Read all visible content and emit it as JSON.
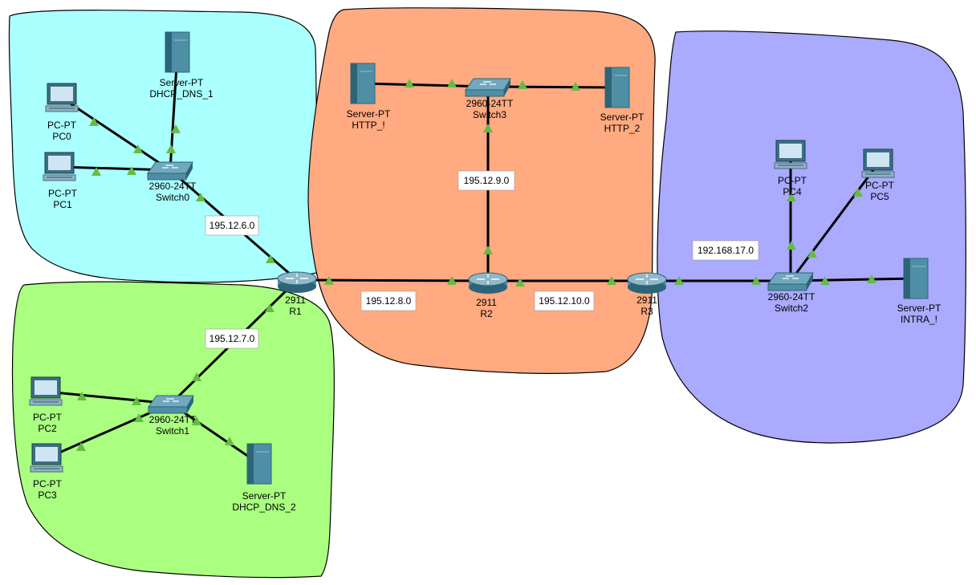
{
  "zones": [
    {
      "id": "zone-cyan",
      "color": "#aaffff"
    },
    {
      "id": "zone-orange",
      "color": "#ffaa80"
    },
    {
      "id": "zone-blue",
      "color": "#aaaaff"
    },
    {
      "id": "zone-green",
      "color": "#aaff80"
    }
  ],
  "devices": {
    "pc0": {
      "type": "pc",
      "model": "PC-PT",
      "name": "PC0"
    },
    "pc1": {
      "type": "pc",
      "model": "PC-PT",
      "name": "PC1"
    },
    "pc2": {
      "type": "pc",
      "model": "PC-PT",
      "name": "PC2"
    },
    "pc3": {
      "type": "pc",
      "model": "PC-PT",
      "name": "PC3"
    },
    "pc4": {
      "type": "pc",
      "model": "PC-PT",
      "name": "PC4"
    },
    "pc5": {
      "type": "pc",
      "model": "PC-PT",
      "name": "PC5"
    },
    "dhcp1": {
      "type": "server",
      "model": "Server-PT",
      "name": "DHCP_DNS_1"
    },
    "dhcp2": {
      "type": "server",
      "model": "Server-PT",
      "name": "DHCP_DNS_2"
    },
    "http1": {
      "type": "server",
      "model": "Server-PT",
      "name": "HTTP_!"
    },
    "http2": {
      "type": "server",
      "model": "Server-PT",
      "name": "HTTP_2"
    },
    "intra": {
      "type": "server",
      "model": "Server-PT",
      "name": "INTRA_!"
    },
    "sw0": {
      "type": "switch",
      "model": "2960-24TT",
      "name": "Switch0"
    },
    "sw1": {
      "type": "switch",
      "model": "2960-24TT",
      "name": "Switch1"
    },
    "sw2": {
      "type": "switch",
      "model": "2960-24TT",
      "name": "Switch2"
    },
    "sw3": {
      "type": "switch",
      "model": "2960-24TT",
      "name": "Switch3"
    },
    "r1": {
      "type": "router",
      "model": "2911",
      "name": "R1"
    },
    "r2": {
      "type": "router",
      "model": "2911",
      "name": "R2"
    },
    "r3": {
      "type": "router",
      "model": "2911",
      "name": "R3"
    }
  },
  "links": [
    [
      "pc0",
      "sw0"
    ],
    [
      "pc1",
      "sw0"
    ],
    [
      "dhcp1",
      "sw0"
    ],
    [
      "sw0",
      "r1"
    ],
    [
      "r1",
      "sw1"
    ],
    [
      "pc2",
      "sw1"
    ],
    [
      "pc3",
      "sw1"
    ],
    [
      "dhcp2",
      "sw1"
    ],
    [
      "r1",
      "r2"
    ],
    [
      "r2",
      "sw3"
    ],
    [
      "http1",
      "sw3"
    ],
    [
      "http2",
      "sw3"
    ],
    [
      "r2",
      "r3"
    ],
    [
      "r3",
      "sw2"
    ],
    [
      "pc4",
      "sw2"
    ],
    [
      "pc5",
      "sw2"
    ],
    [
      "intra",
      "sw2"
    ]
  ],
  "networks": {
    "n1": "195.12.6.0",
    "n2": "195.12.7.0",
    "n3": "195.12.8.0",
    "n4": "195.12.9.0",
    "n5": "195.12.10.0",
    "n6": "192.168.17.0"
  },
  "colors": {
    "link": "#000000",
    "port": "#66bb44",
    "device_body": "#4f8fa6",
    "device_dark": "#2d6478",
    "screen": "#cfe6f2"
  }
}
